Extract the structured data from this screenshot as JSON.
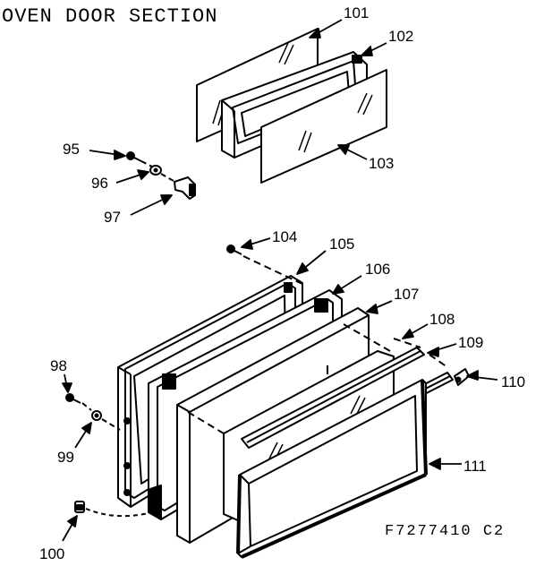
{
  "title": "OVEN DOOR SECTION",
  "drawing_code": "F7277410 C2",
  "callouts": {
    "c95": "95",
    "c96": "96",
    "c97": "97",
    "c98": "98",
    "c99": "99",
    "c100": "100",
    "c101": "101",
    "c102": "102",
    "c103": "103",
    "c104": "104",
    "c105": "105",
    "c106": "106",
    "c107": "107",
    "c108": "108",
    "c109": "109",
    "c110": "110",
    "c111": "111"
  }
}
